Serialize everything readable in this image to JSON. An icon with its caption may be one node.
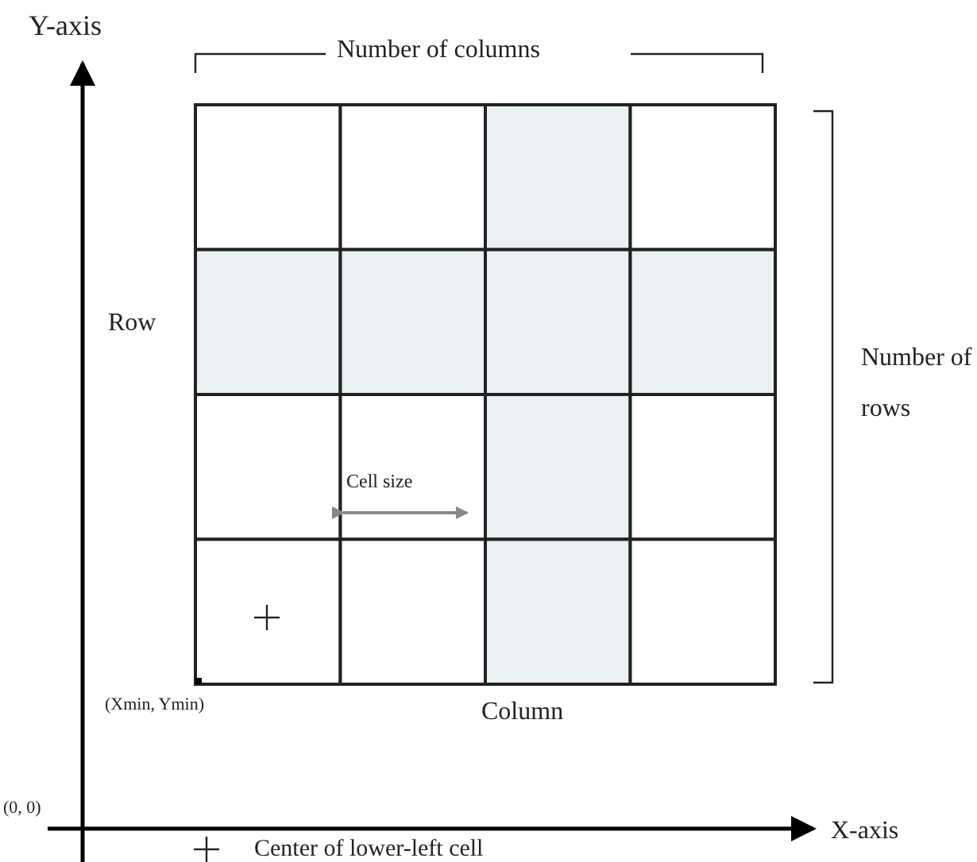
{
  "diagram": {
    "labels": [
      "Y-axis",
      "Number of columns",
      "Row",
      "Number of rows",
      "Cell size",
      "(Xmin, Ymin)",
      "Column",
      "(0, 0)",
      "X-axis"
    ],
    "legend": [
      {
        "text": "Center of lower-left cell"
      }
    ]
  }
}
